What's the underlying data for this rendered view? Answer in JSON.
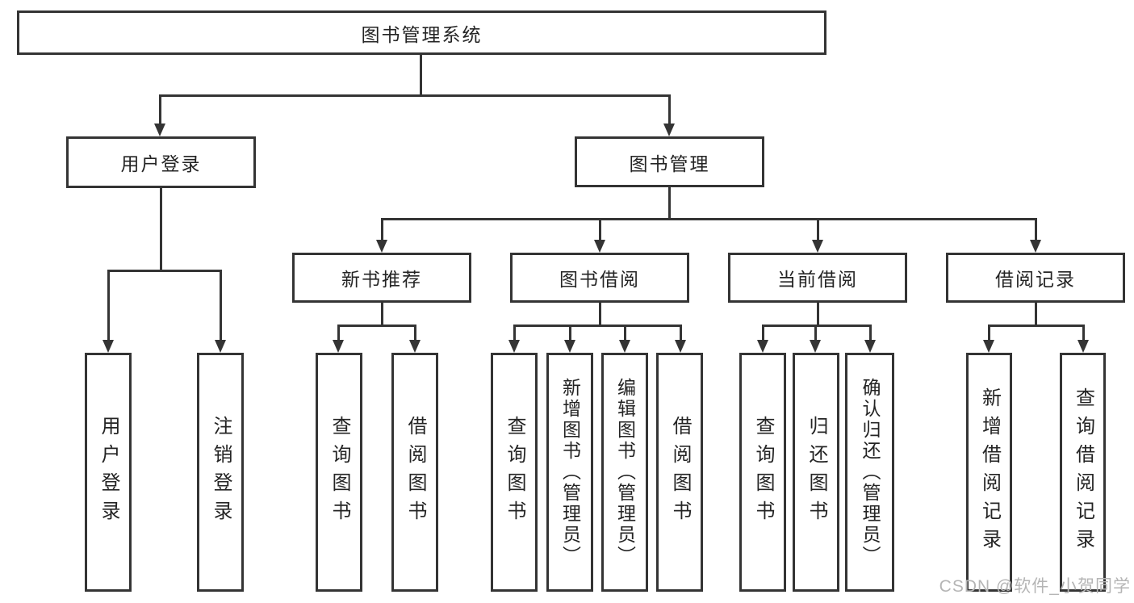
{
  "tree": {
    "root": {
      "label": "图书管理系统"
    },
    "level2": [
      {
        "label": "用户登录"
      },
      {
        "label": "图书管理"
      }
    ],
    "level3": [
      {
        "label": "新书推荐"
      },
      {
        "label": "图书借阅"
      },
      {
        "label": "当前借阅"
      },
      {
        "label": "借阅记录"
      }
    ],
    "leaves": [
      {
        "label": "用户登录"
      },
      {
        "label": "注销登录"
      },
      {
        "label": "查询图书"
      },
      {
        "label": "借阅图书"
      },
      {
        "label": "查询图书"
      },
      {
        "label": "新增图书（管理员）"
      },
      {
        "label": "编辑图书（管理员）"
      },
      {
        "label": "借阅图书"
      },
      {
        "label": "查询图书"
      },
      {
        "label": "归还图书"
      },
      {
        "label": "确认归还（管理员）"
      },
      {
        "label": "新增借阅记录"
      },
      {
        "label": "查询借阅记录"
      }
    ]
  },
  "watermark": {
    "text": "CSDN @软件_小贺同学"
  },
  "colors": {
    "line": "#343434",
    "text": "#242424",
    "watermark": "#b5b5b5",
    "background": "#ffffff"
  }
}
